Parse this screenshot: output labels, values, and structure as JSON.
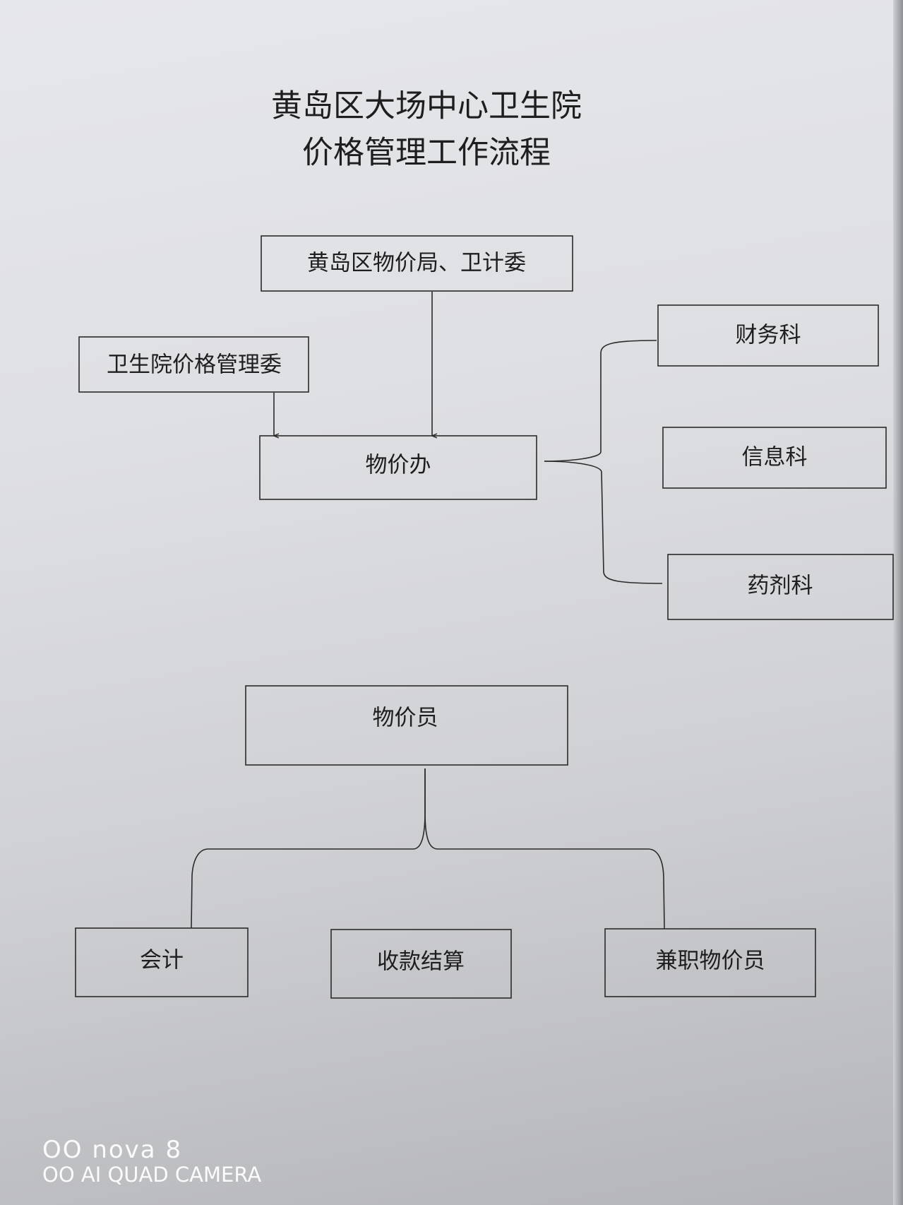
{
  "title": {
    "line1": "黄岛区大场中心卫生院",
    "line2": "价格管理工作流程"
  },
  "nodes": {
    "bureau": "黄岛区物价局、卫计委",
    "committee": "卫生院价格管理委",
    "price_office": "物价办",
    "finance": "财务科",
    "info": "信息科",
    "pharmacy": "药剂科",
    "price_officer": "物价员",
    "accounting": "会计",
    "cashier": "收款结算",
    "part_time": "兼职物价员"
  },
  "watermark": {
    "line1": "OO nova 8",
    "line2": "OO AI QUAD CAMERA"
  }
}
